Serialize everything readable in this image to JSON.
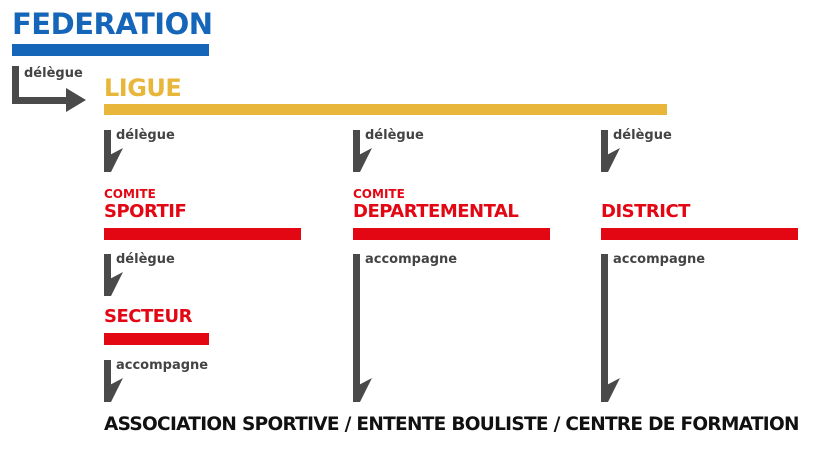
{
  "colors": {
    "federation": "#1565b8",
    "ligue": "#e8b63a",
    "red": "#e30613",
    "arrow": "#4a4a4a",
    "text_dark": "#111111"
  },
  "federation": {
    "title": "FEDERATION"
  },
  "ligue": {
    "title": "LIGUE"
  },
  "comite_sportif": {
    "prefix": "COMITE",
    "title": "SPORTIF"
  },
  "comite_departemental": {
    "prefix": "COMITE",
    "title": "DEPARTEMENTAL"
  },
  "district": {
    "title": "DISTRICT"
  },
  "secteur": {
    "title": "SECTEUR"
  },
  "labels": {
    "federation_to_ligue": "délègue",
    "ligue_to_comite_sportif": "délègue",
    "ligue_to_comite_departemental": "délègue",
    "ligue_to_district": "délègue",
    "comite_sportif_to_secteur": "délègue",
    "secteur_to_association": "accompagne",
    "comite_departemental_to_association": "accompagne",
    "district_to_association": "accompagne"
  },
  "bottom": {
    "title": "ASSOCIATION SPORTIVE / ENTENTE BOULISTE / CENTRE DE FORMATION"
  }
}
